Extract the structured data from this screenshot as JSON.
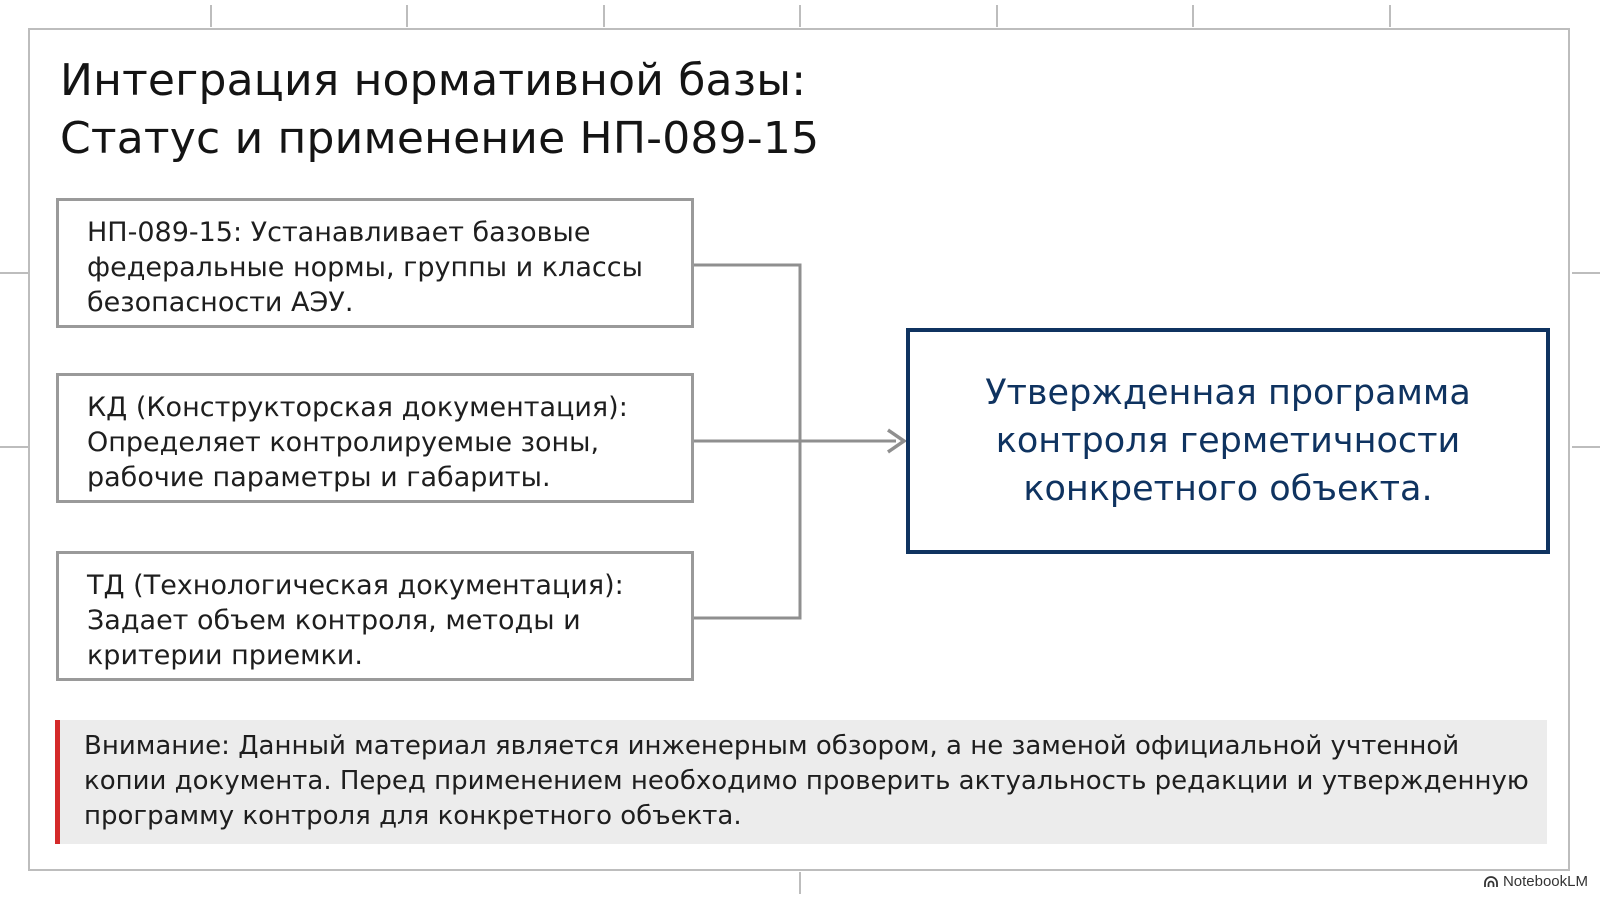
{
  "title": {
    "line1": "Интеграция нормативной базы:",
    "line2": "Статус и применение НП-089-15"
  },
  "sources": [
    {
      "lines": [
        "НП-089-15: Устанавливает базовые",
        "федеральные нормы, группы и классы",
        "безопасности АЭУ."
      ]
    },
    {
      "lines": [
        "КД (Конструкторская документация):",
        "Определяет контролируемые зоны,",
        "рабочие параметры и габариты."
      ]
    },
    {
      "lines": [
        "ТД (Технологическая документация):",
        "Задает объем контроля, методы и",
        "критерии приемки."
      ]
    }
  ],
  "target": {
    "lines": [
      "Утвержденная программа",
      "контроля герметичности",
      "конкретного объекта."
    ]
  },
  "notice": {
    "lines": [
      "Внимание: Данный материал является инженерным обзором, а не заменой официальной учтенной",
      "копии документа. Перед применением необходимо проверить актуальность редакции и утвержденную",
      "программу контроля для конкретного объекта."
    ]
  },
  "watermark": "NotebookLM",
  "colors": {
    "target_border": "#0f3360",
    "notice_accent": "#d42a2a",
    "connector": "#8f8f8f"
  }
}
